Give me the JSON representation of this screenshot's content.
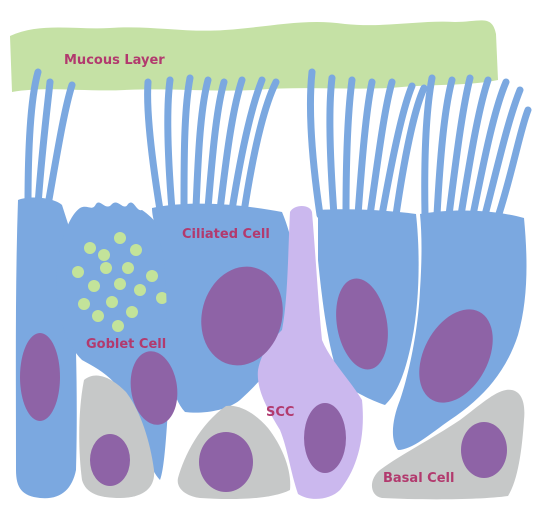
{
  "labels": {
    "mucous_layer": "Mucous Layer",
    "goblet_cell": "Goblet Cell",
    "ciliated_cell": "Ciliated Cell",
    "scc": "SCC",
    "basal_cell": "Basal Cell"
  },
  "colors": {
    "mucus": "#c5e1a5",
    "ciliated_cell": "#7ba8e0",
    "nucleus": "#8e63a6",
    "basal_cell": "#c6c8c8",
    "scc": "#cbb8ee",
    "goblet_granule": "#c3e39a",
    "label_text": "#b23a6e"
  }
}
